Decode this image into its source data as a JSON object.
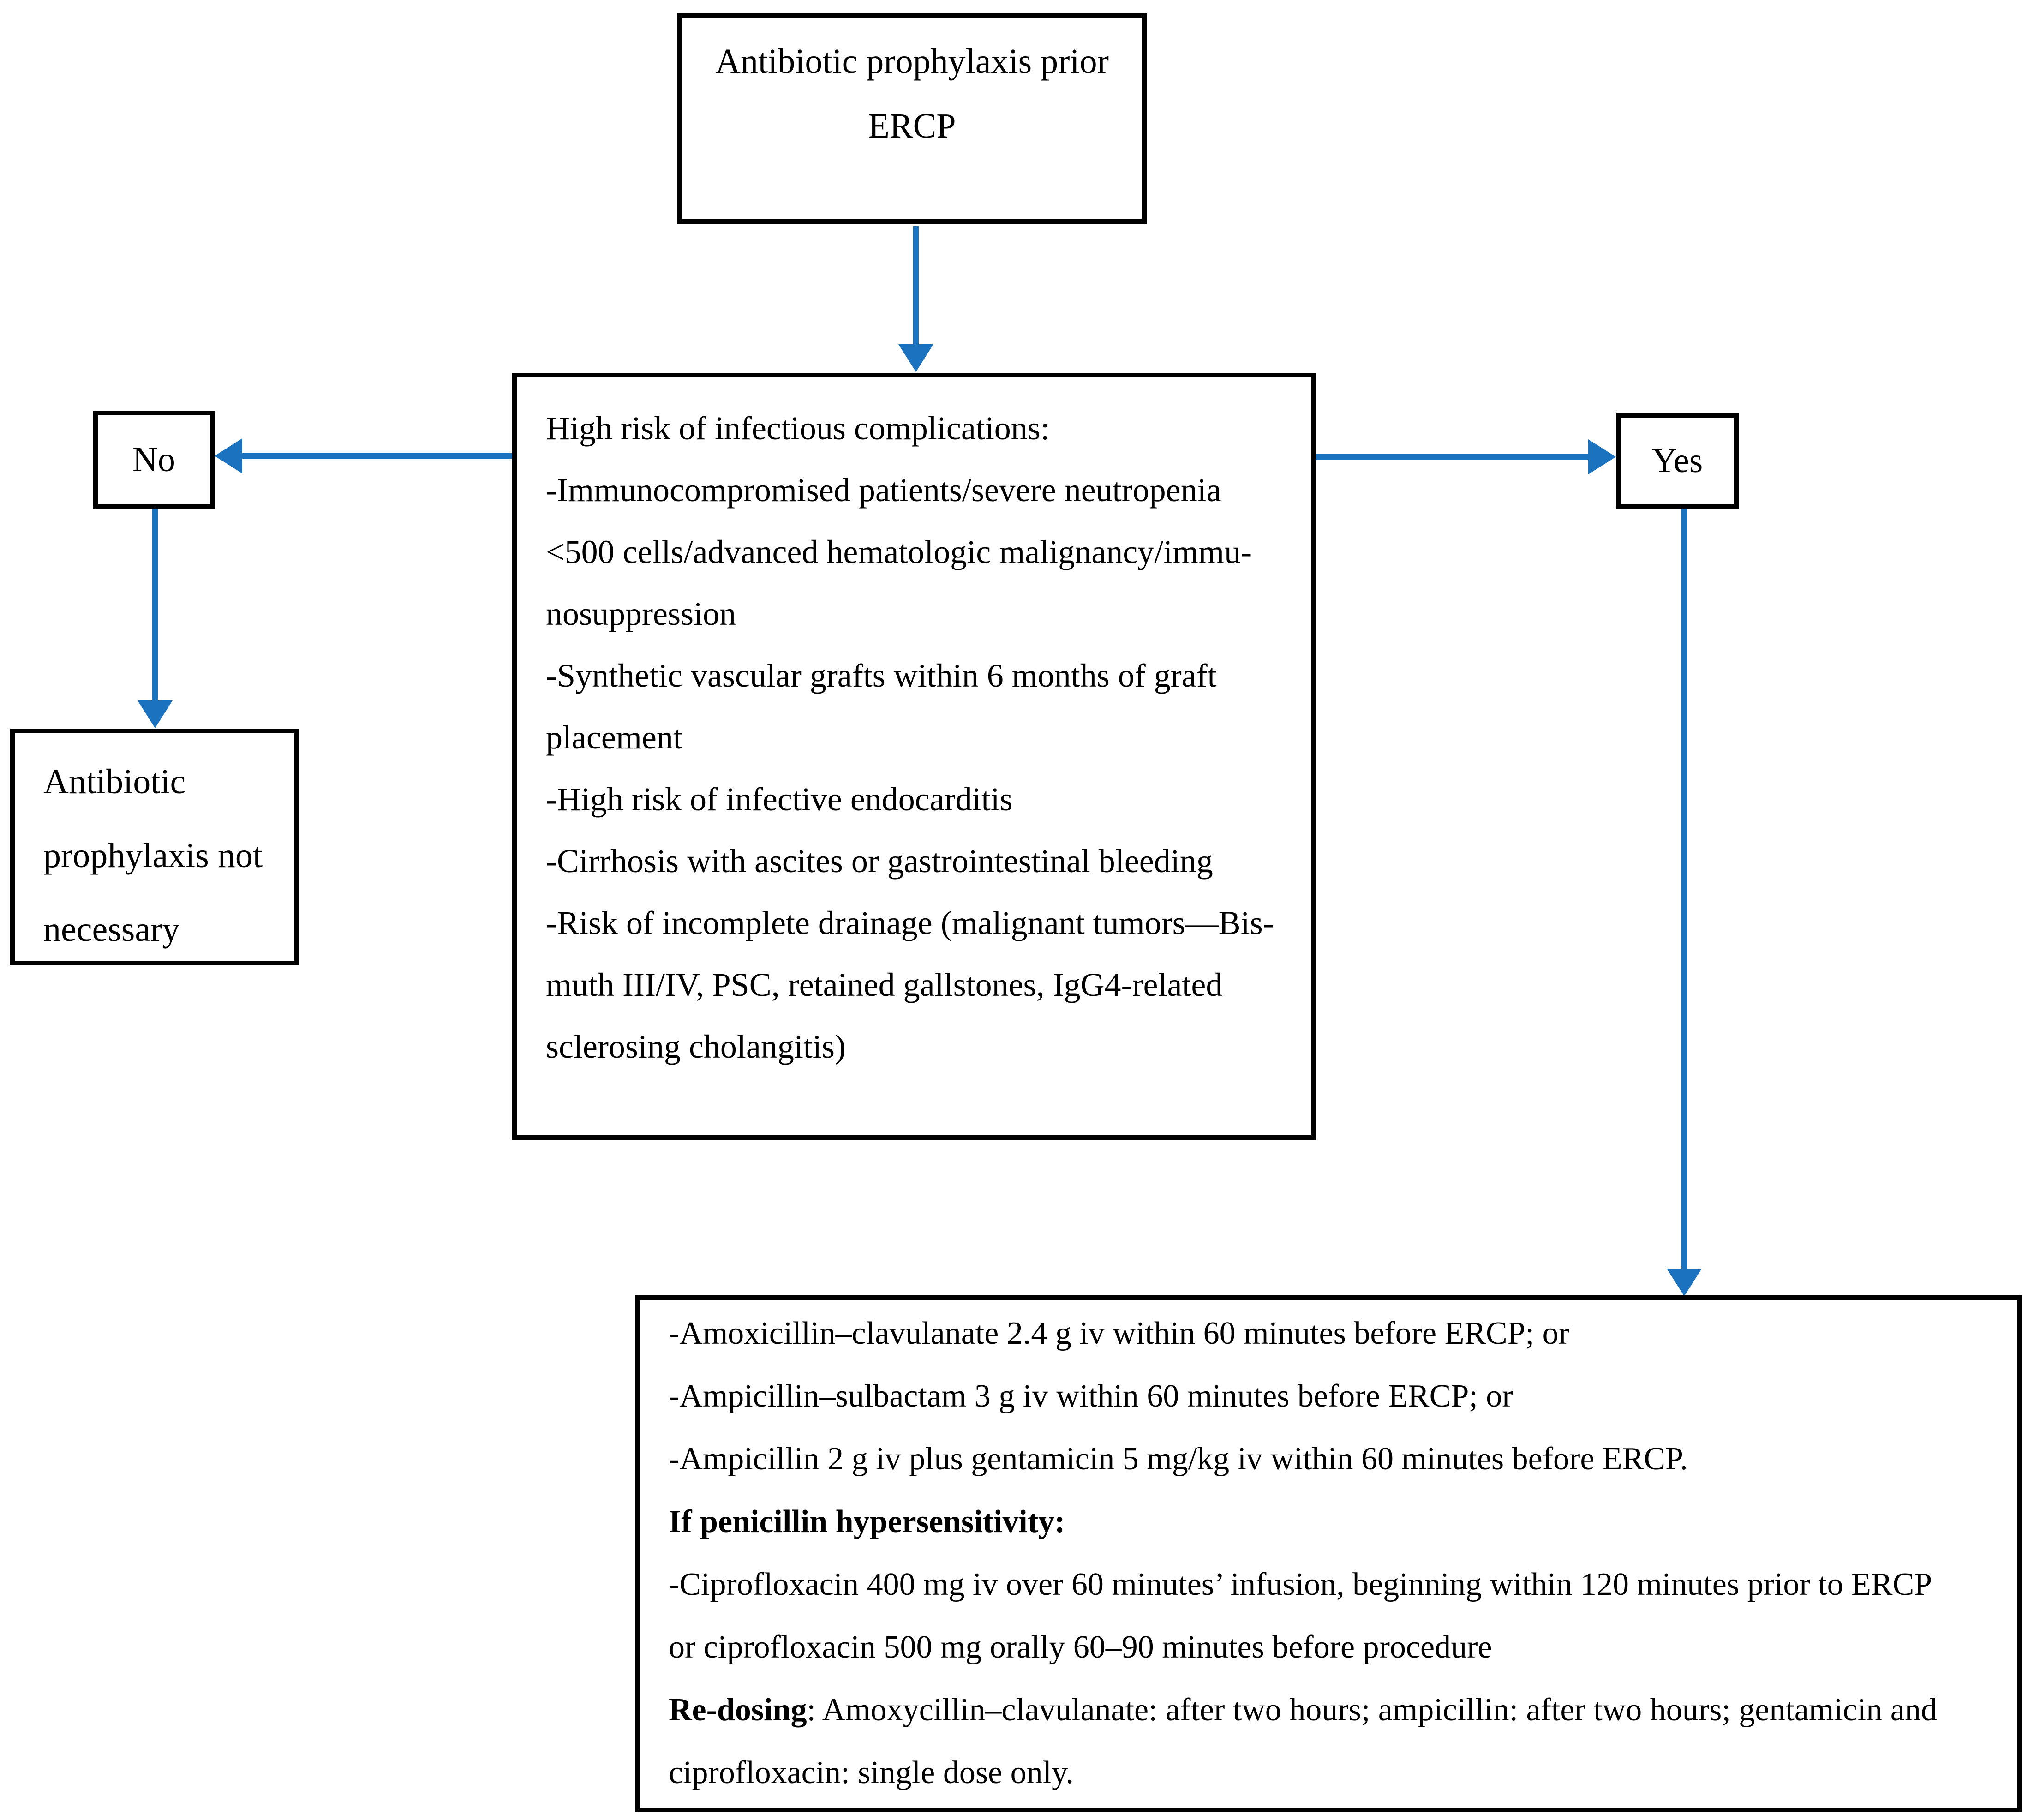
{
  "colors": {
    "arrow_blue": "#1B72BF",
    "box_border": "#000000",
    "background": "#FFFFFF",
    "text": "#000000"
  },
  "nodes": {
    "start": {
      "line1": "Antibiotic prophylaxis prior",
      "line2": "ERCP"
    },
    "decision": {
      "lines": [
        "High risk of infectious complications:",
        "-Immunocompromised patients/severe neutropenia",
        "<500 cells/advanced hematologic malignancy/immu-",
        "nosuppression",
        "-Synthetic vascular grafts within 6 months of graft",
        "placement",
        "-High risk of infective endocarditis",
        "-Cirrhosis with ascites or gastrointestinal bleeding",
        "-Risk of incomplete drainage (malignant tumors—Bis-",
        "muth III/IV, PSC, retained gallstones, IgG4-related",
        "sclerosing cholangitis)"
      ]
    },
    "no_branch": {
      "label": "No"
    },
    "yes_branch": {
      "label": "Yes"
    },
    "no_outcome": {
      "lines": [
        "Antibiotic",
        "prophylaxis not",
        "necessary"
      ]
    },
    "yes_outcome": {
      "line1": "-Amoxicillin–clavulanate 2.4 g iv within 60 minutes before ERCP; or",
      "line2": "-Ampicillin–sulbactam 3 g iv within 60 minutes before ERCP; or",
      "line3": "-Ampicillin 2 g iv plus gentamicin 5 mg/kg iv within 60 minutes before ERCP.",
      "line4_bold": "If penicillin hypersensitivity:",
      "line5": "-Ciprofloxacin 400 mg iv over 60 minutes’ infusion, beginning within 120 minutes prior to ERCP",
      "line6": "or ciprofloxacin 500 mg orally 60–90 minutes before procedure",
      "line7_bold": "Re-dosing",
      "line7_rest": ": Amoxycillin–clavulanate: after two hours; ampicillin: after two hours; gentamicin and",
      "line8": "ciprofloxacin: single dose only."
    }
  }
}
